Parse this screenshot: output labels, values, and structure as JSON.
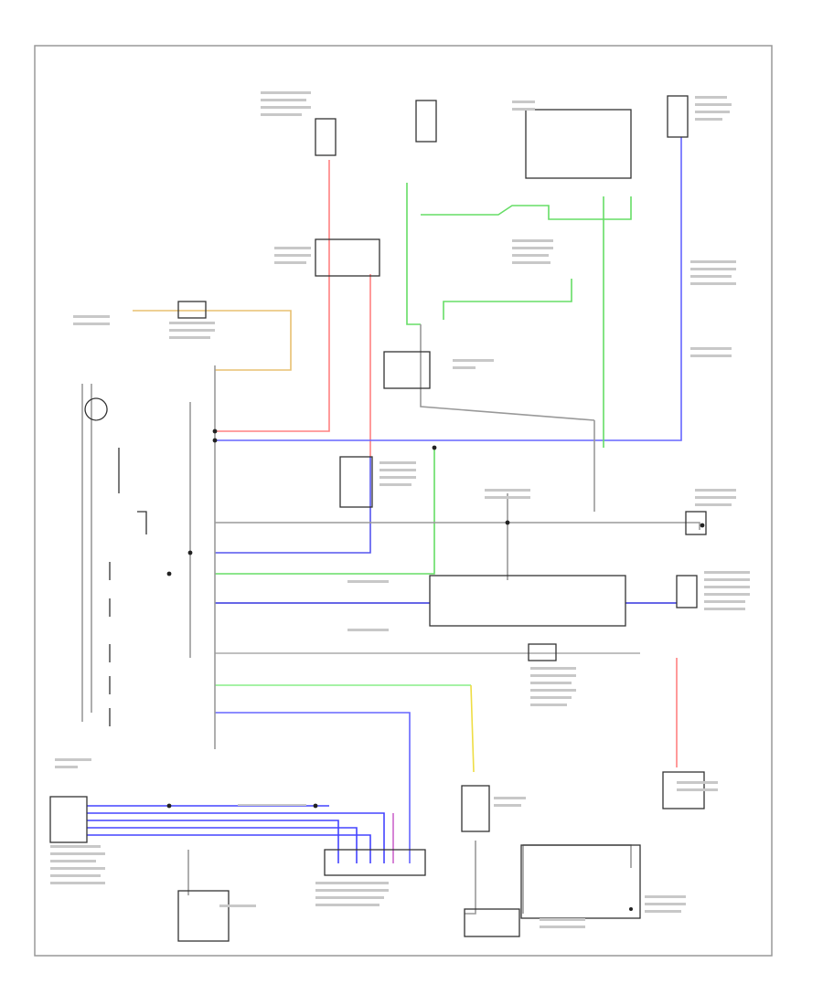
{
  "diagram": {
    "footer_code": "",
    "colors": {
      "wire_default": "#9a9a9a",
      "red": "#ff8080",
      "blue": "#4444ff",
      "green": "#66dd66",
      "yellow": "#eedd44",
      "orange": "#e8c070",
      "purple": "#cc66cc",
      "black": "#333333"
    },
    "components": [
      {
        "name": "hot-at-all-times-fuse-top-left",
        "kind": "fuse"
      },
      {
        "name": "hot-in-run-fuse-top-center",
        "kind": "fuse"
      },
      {
        "name": "passenger-junction-switch-relay",
        "kind": "relay"
      },
      {
        "name": "hot-in-run-fuse-top-right",
        "kind": "fuse"
      },
      {
        "name": "daytime-running-light-relay",
        "kind": "relay"
      },
      {
        "name": "combination-switch",
        "kind": "switch"
      },
      {
        "name": "hazard-switch-module",
        "kind": "switch"
      },
      {
        "name": "brake-light-switch",
        "kind": "switch"
      },
      {
        "name": "left-front-turn-lamp",
        "kind": "lamp"
      },
      {
        "name": "right-front-turn-lamp",
        "kind": "lamp"
      },
      {
        "name": "combination-meter-block",
        "kind": "module"
      },
      {
        "name": "data-link-connector",
        "kind": "connector"
      },
      {
        "name": "body-ecu-connector-block",
        "kind": "connector"
      },
      {
        "name": "left-rear-turn-lamp",
        "kind": "lamp"
      },
      {
        "name": "right-rear-turn-lamp",
        "kind": "lamp"
      },
      {
        "name": "junction-connector",
        "kind": "connector"
      },
      {
        "name": "multiplex-network-bus",
        "kind": "bus"
      }
    ]
  }
}
